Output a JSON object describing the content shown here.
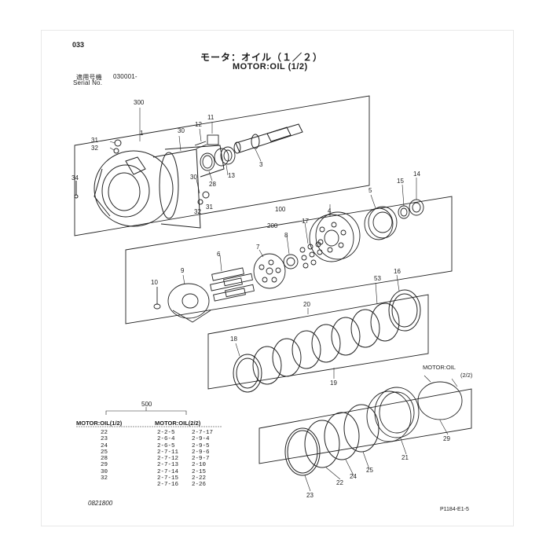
{
  "page": {
    "page_number": "033",
    "title_jp": "モータ：オイル（１／２）",
    "title_en": "MOTOR:OIL (1/2)",
    "serial_label_jp": "適用号機",
    "serial_label_en": "Serial No.",
    "serial_value": "030001-",
    "drawing_date": "0821800",
    "drawing_code": "P1184-E1-5"
  },
  "callouts": [
    "300",
    "1",
    "31",
    "32",
    "34",
    "30",
    "12",
    "11",
    "28",
    "13",
    "3",
    "30",
    "32",
    "31",
    "100",
    "200",
    "17",
    "4",
    "5",
    "15",
    "14",
    "6",
    "7",
    "8",
    "10",
    "9",
    "53",
    "16",
    "20",
    "18",
    "19",
    "29",
    "21",
    "22",
    "24",
    "25",
    "23"
  ],
  "crossref": {
    "label_line1": "MOTOR:OIL",
    "label_line2": "(2/2)"
  },
  "table": {
    "group_number": "500",
    "col1_header": "MOTOR:OIL(1/2)",
    "col2_header": "MOTOR:OIL(2/2)",
    "col1": [
      "22",
      "23",
      "24",
      "25",
      "28",
      "29",
      "30",
      "32"
    ],
    "col2a": [
      "2-2-5",
      "2-6-4",
      "2-6-5",
      "2-7-11",
      "2-7-12",
      "2-7-13",
      "2-7-14",
      "2-7-15",
      "2-7-16"
    ],
    "col2b": [
      "2-7-17",
      "2-9-4",
      "2-9-5",
      "2-9-6",
      "2-9-7",
      "2-10",
      "2-15",
      "2-22",
      "2-26"
    ]
  }
}
